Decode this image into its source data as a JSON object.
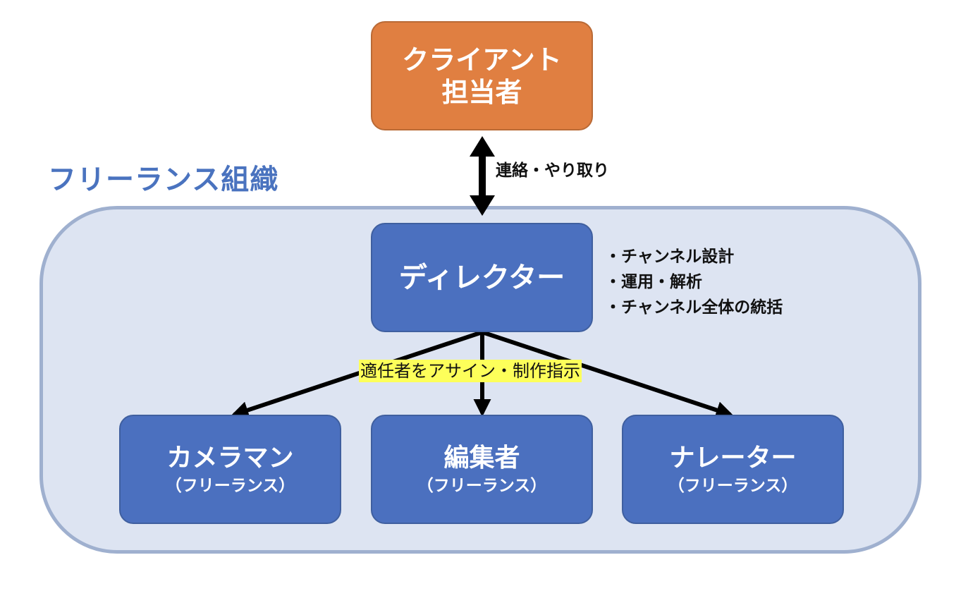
{
  "client": {
    "line1": "クライアント",
    "line2": "担当者"
  },
  "communication_label": "連絡・やり取り",
  "org": {
    "title": "フリーランス組織"
  },
  "director": {
    "label": "ディレクター",
    "roles": [
      "・チャンネル設計",
      "・運用・解析",
      "・チャンネル全体の統括"
    ]
  },
  "assign_label": "適任者をアサイン・制作指示",
  "members": [
    {
      "name": "カメラマン",
      "type": "（フリーランス）"
    },
    {
      "name": "編集者",
      "type": "（フリーランス）"
    },
    {
      "name": "ナレーター",
      "type": "（フリーランス）"
    }
  ],
  "colors": {
    "client_fill": "#e07f41",
    "node_fill": "#4b70bf",
    "org_fill": "#dde4f2",
    "org_border": "#9fb0cf",
    "org_title": "#4a73bf",
    "highlight": "#fdff5a"
  }
}
